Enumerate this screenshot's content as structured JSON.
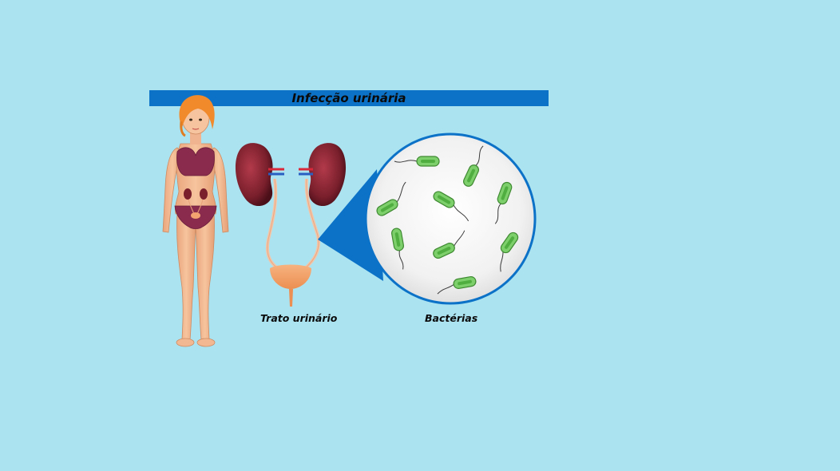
{
  "title": "Infecção urinária",
  "labels": {
    "urinary_tract": "Trato urinário",
    "bacteria": "Bactérias"
  },
  "colors": {
    "background": "#abe3f1",
    "title_bar": "#0b72c8",
    "magnifier_wedge": "#0b72c8",
    "bacteria": "#7ccf6a",
    "kidney": "#7a1f2c"
  }
}
